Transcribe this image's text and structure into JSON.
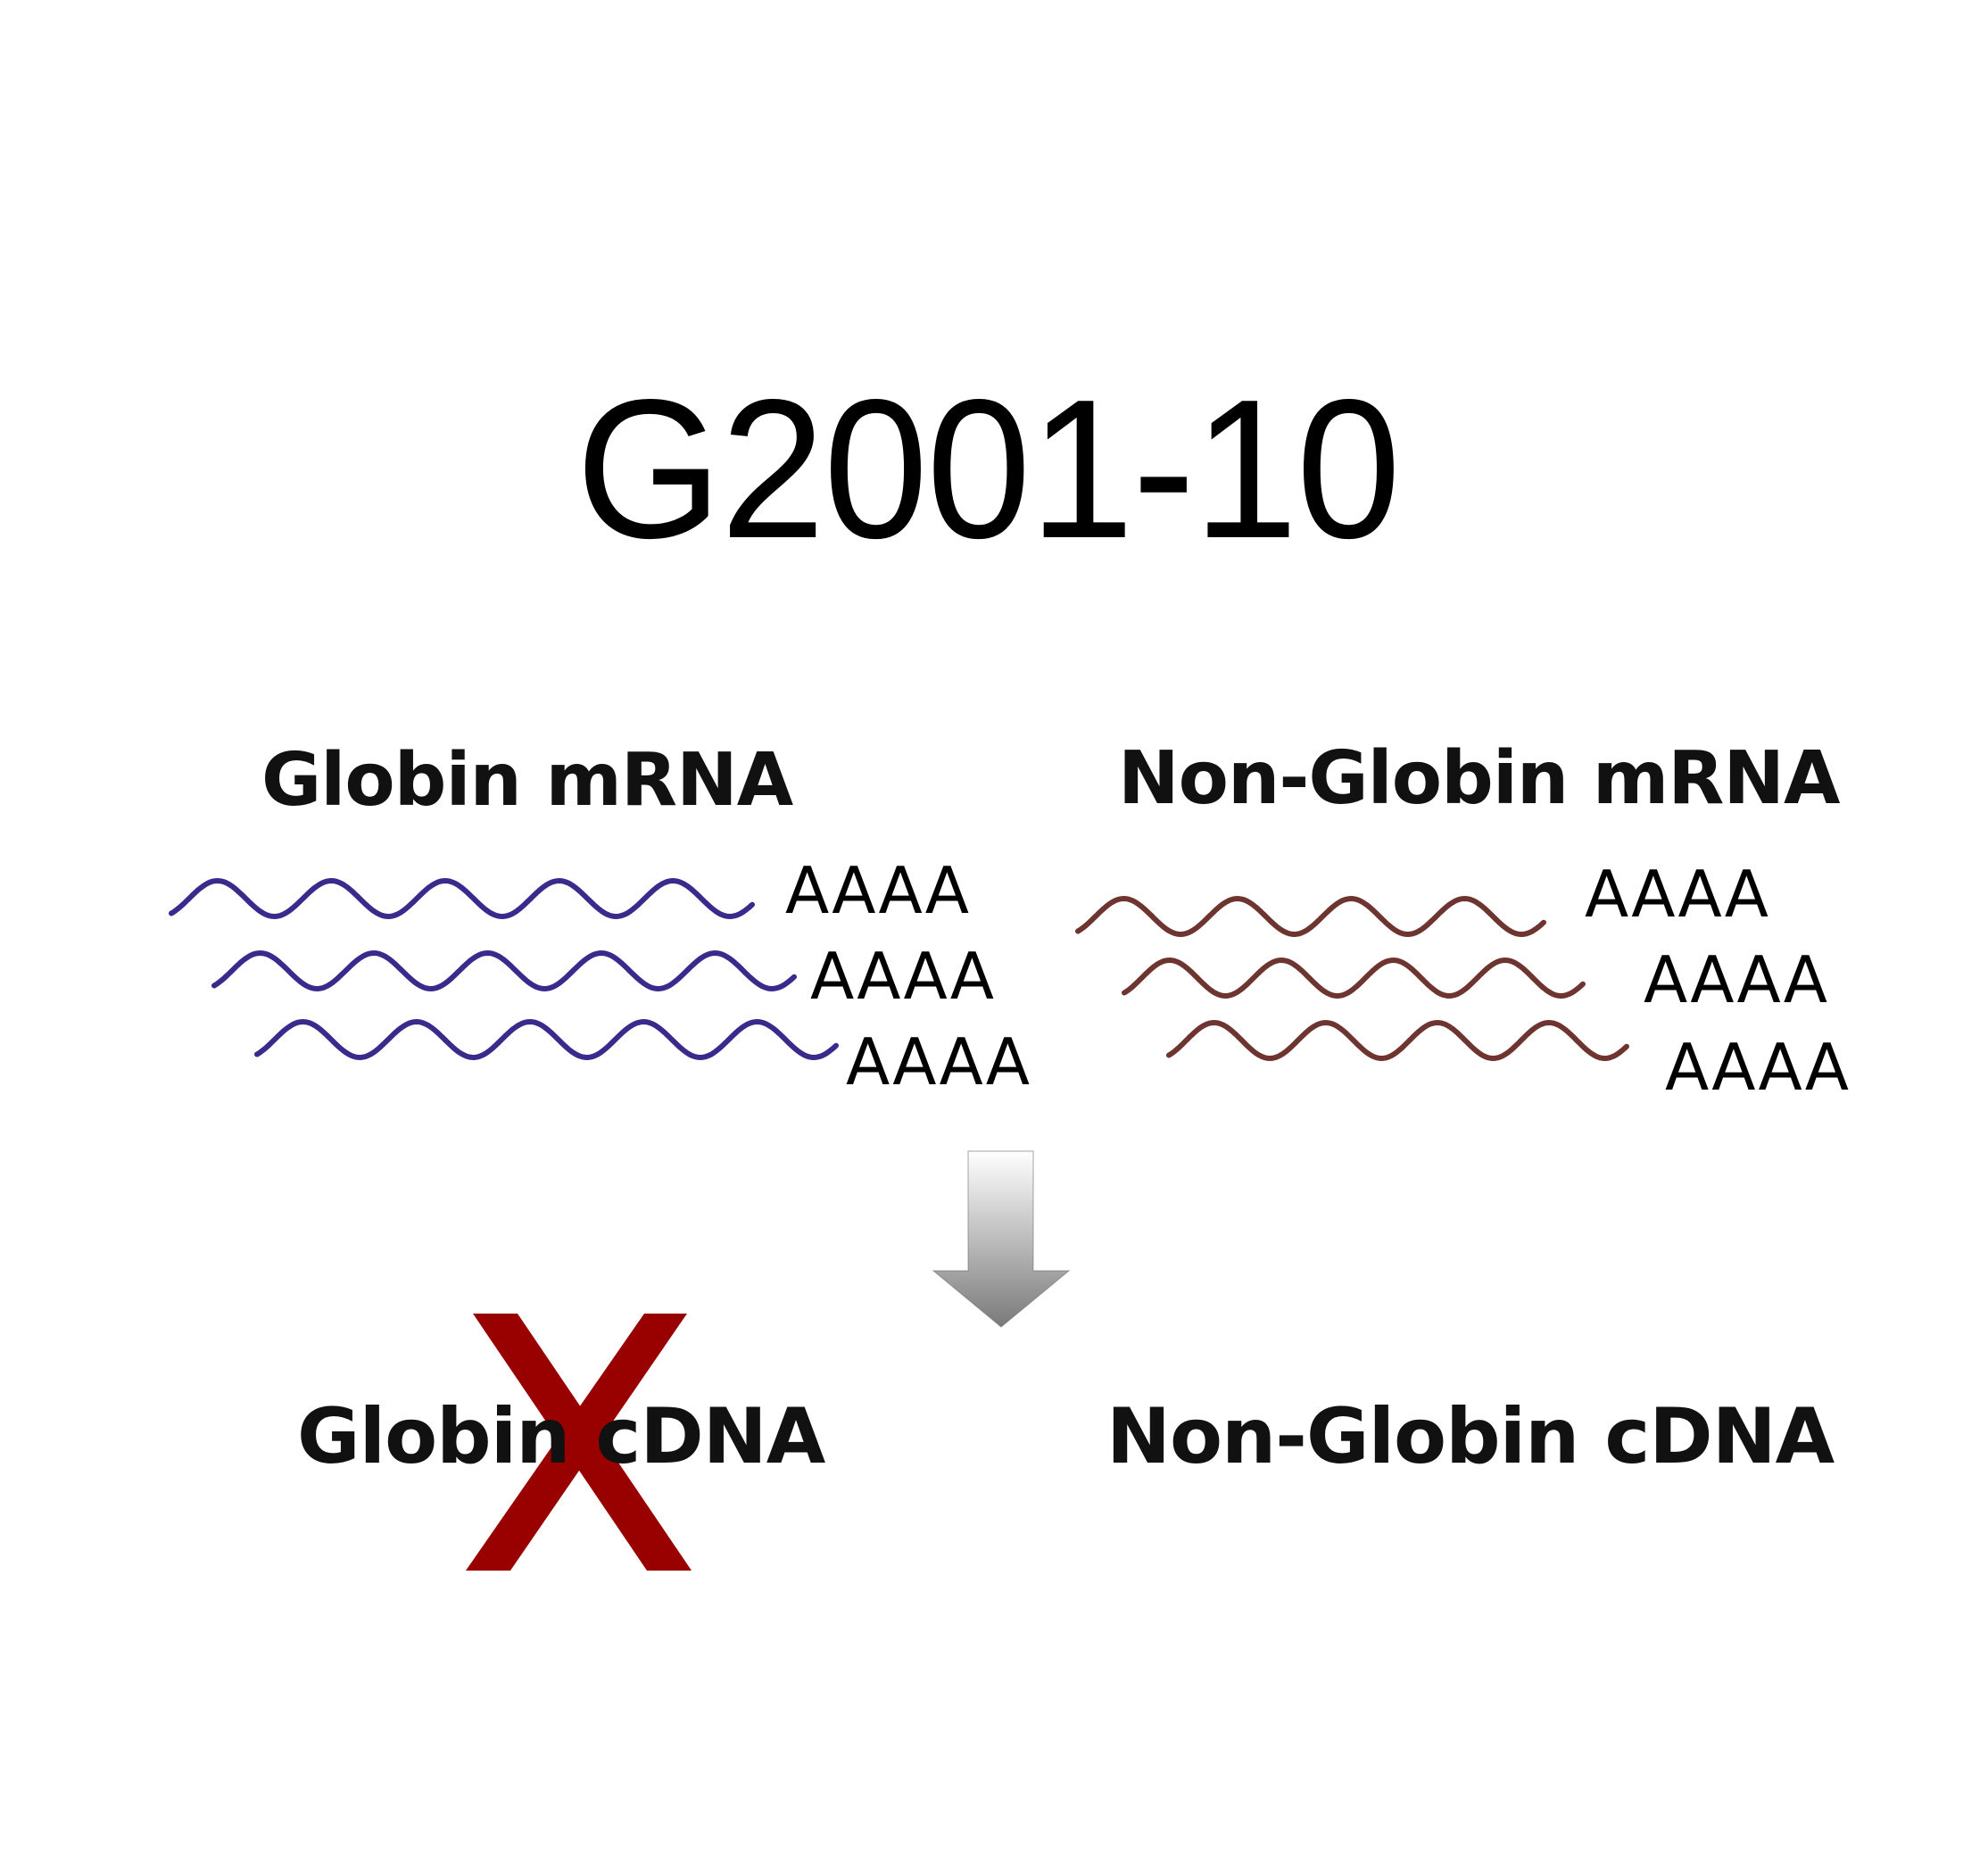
{
  "title": "G2001-10",
  "colors": {
    "globin_wave": "#3b2a8c",
    "non_globin_wave": "#6e3530",
    "cross": "#990000",
    "arrow_top": "#ffffff",
    "arrow_bottom": "#7a7a7a",
    "text": "#111111"
  },
  "globin": {
    "mrna_label": "Globin mRNA",
    "transcripts": [
      {
        "tail": "AAAA"
      },
      {
        "tail": "AAAA"
      },
      {
        "tail": "AAAA"
      }
    ],
    "cdna_label": "Globin cDNA",
    "blocked": true
  },
  "non_globin": {
    "mrna_label": "Non-Globin mRNA",
    "transcripts": [
      {
        "tail": "AAAA"
      },
      {
        "tail": "AAAA"
      },
      {
        "tail": "AAAA"
      }
    ],
    "cdna_label": "Non-Globin cDNA",
    "blocked": false
  },
  "arrow": {
    "direction": "down",
    "meaning": "reverse-transcription"
  },
  "icons": {
    "cross": "x-mark-icon",
    "arrow": "arrow-down-icon"
  }
}
